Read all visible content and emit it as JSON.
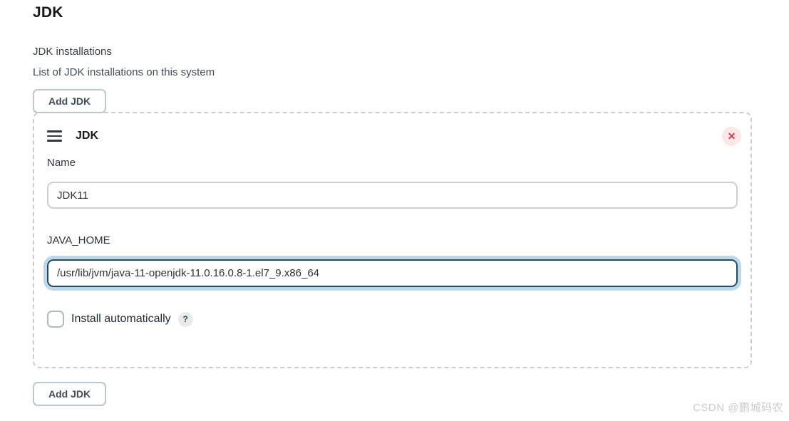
{
  "page": {
    "title": "JDK",
    "section_label": "JDK installations",
    "section_description": "List of JDK installations on this system"
  },
  "buttons": {
    "add_jdk_top": "Add JDK",
    "add_jdk_bottom": "Add JDK"
  },
  "jdk_card": {
    "title": "JDK",
    "close_icon_glyph": "✕",
    "fields": {
      "name_label": "Name",
      "name_value": "JDK11",
      "java_home_label": "JAVA_HOME",
      "java_home_value": "/usr/lib/jvm/java-11-openjdk-11.0.16.0.8-1.el7_9.x86_64"
    },
    "install_automatically": {
      "label": "Install automatically",
      "checked": false,
      "help_badge_glyph": "?"
    }
  },
  "colors": {
    "accent_focus_border": "#1d4c70",
    "accent_focus_glow": "#bdd8e9",
    "danger": "#d63649",
    "danger_bg": "#fbe7e9",
    "dashed_border": "#c9cdd2",
    "button_text": "#404b58"
  },
  "watermark": "CSDN @鹏城码农"
}
